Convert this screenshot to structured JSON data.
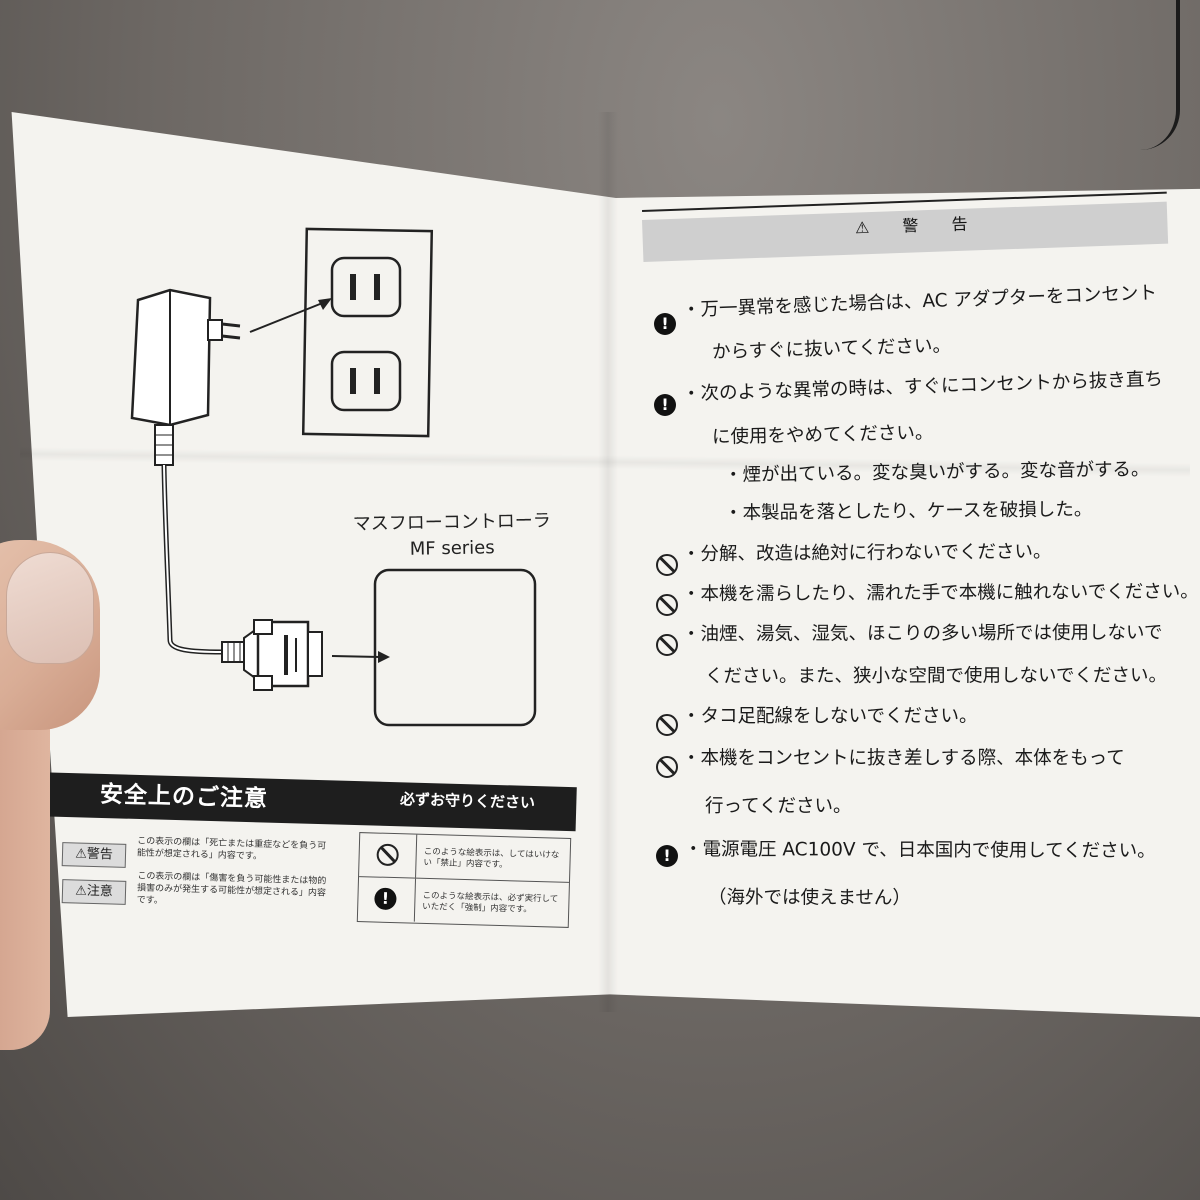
{
  "left_page": {
    "device_label_line1": "マスフローコントローラ",
    "device_label_line2": "MF series",
    "safety_notice_title": "安全上のご注意",
    "safety_notice_subtitle": "必ずお守りください",
    "legend": [
      {
        "tag": "⚠警告",
        "text": "この表示の欄は「死亡または重症などを負う可能性が想定される」内容です。"
      },
      {
        "tag": "⚠注意",
        "text": "この表示の欄は「傷害を負う可能性または物的損害のみが発生する可能性が想定される」内容です。"
      }
    ],
    "symbols": [
      {
        "icon": "prohibit-icon",
        "text": "このような絵表示は、してはいけない「禁止」内容です。"
      },
      {
        "icon": "exclamation-icon",
        "text": "このような絵表示は、必ず実行していただく「強制」内容です。"
      }
    ]
  },
  "right_page": {
    "header": "⚠ 警 告",
    "items": [
      {
        "icon": "exclamation-icon",
        "lines": [
          "・万一異常を感じた場合は、AC アダプターをコンセント",
          "からすぐに抜いてください。"
        ]
      },
      {
        "icon": "exclamation-icon",
        "lines": [
          "・次のような異常の時は、すぐにコンセントから抜き直ち",
          "に使用をやめてください。"
        ]
      },
      {
        "icon": "",
        "lines": [
          "・煙が出ている。変な臭いがする。変な音がする。"
        ]
      },
      {
        "icon": "",
        "lines": [
          "・本製品を落としたり、ケースを破損した。"
        ]
      },
      {
        "icon": "prohibit-icon",
        "lines": [
          "・分解、改造は絶対に行わないでください。"
        ]
      },
      {
        "icon": "prohibit-icon",
        "lines": [
          "・本機を濡らしたり、濡れた手で本機に触れないでください。"
        ]
      },
      {
        "icon": "prohibit-icon",
        "lines": [
          "・油煙、湯気、湿気、ほこりの多い場所では使用しないで",
          "ください。また、狭小な空間で使用しないでください。"
        ]
      },
      {
        "icon": "prohibit-icon",
        "lines": [
          "・タコ足配線をしないでください。"
        ]
      },
      {
        "icon": "prohibit-icon",
        "lines": [
          "・本機をコンセントに抜き差しする際、本体をもって",
          "行ってください。"
        ]
      },
      {
        "icon": "exclamation-icon",
        "lines": [
          "・電源電圧 AC100V で、日本国内で使用してください。",
          "（海外では使えません）"
        ]
      }
    ]
  }
}
